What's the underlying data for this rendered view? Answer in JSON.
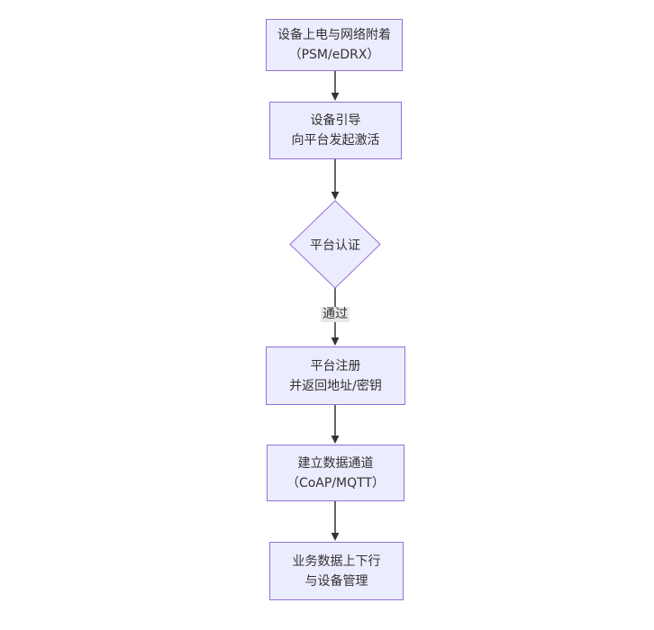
{
  "diagram": {
    "type": "flowchart",
    "direction": "top-down",
    "colors": {
      "background": "#ffffff",
      "node_fill": "#ececff",
      "node_border": "#9370db",
      "edge": "#333333",
      "edge_label_background": "#e8e8e8",
      "text": "#333333"
    },
    "nodes": [
      {
        "shape": "rect",
        "lines": [
          "设备上电与网络附着",
          "（PSM/eDRX）"
        ]
      },
      {
        "shape": "rect",
        "lines": [
          "设备引导",
          "向平台发起激活"
        ]
      },
      {
        "shape": "diamond",
        "lines": [
          "平台认证"
        ]
      },
      {
        "shape": "rect",
        "lines": [
          "平台注册",
          "并返回地址/密钥"
        ]
      },
      {
        "shape": "rect",
        "lines": [
          "建立数据通道",
          "（CoAP/MQTT）"
        ]
      },
      {
        "shape": "rect",
        "lines": [
          "业务数据上下行",
          "与设备管理"
        ]
      }
    ],
    "edges": [
      {
        "from": 0,
        "to": 1,
        "label": ""
      },
      {
        "from": 1,
        "to": 2,
        "label": ""
      },
      {
        "from": 2,
        "to": 3,
        "label": "通过"
      },
      {
        "from": 3,
        "to": 4,
        "label": ""
      },
      {
        "from": 4,
        "to": 5,
        "label": ""
      }
    ]
  }
}
